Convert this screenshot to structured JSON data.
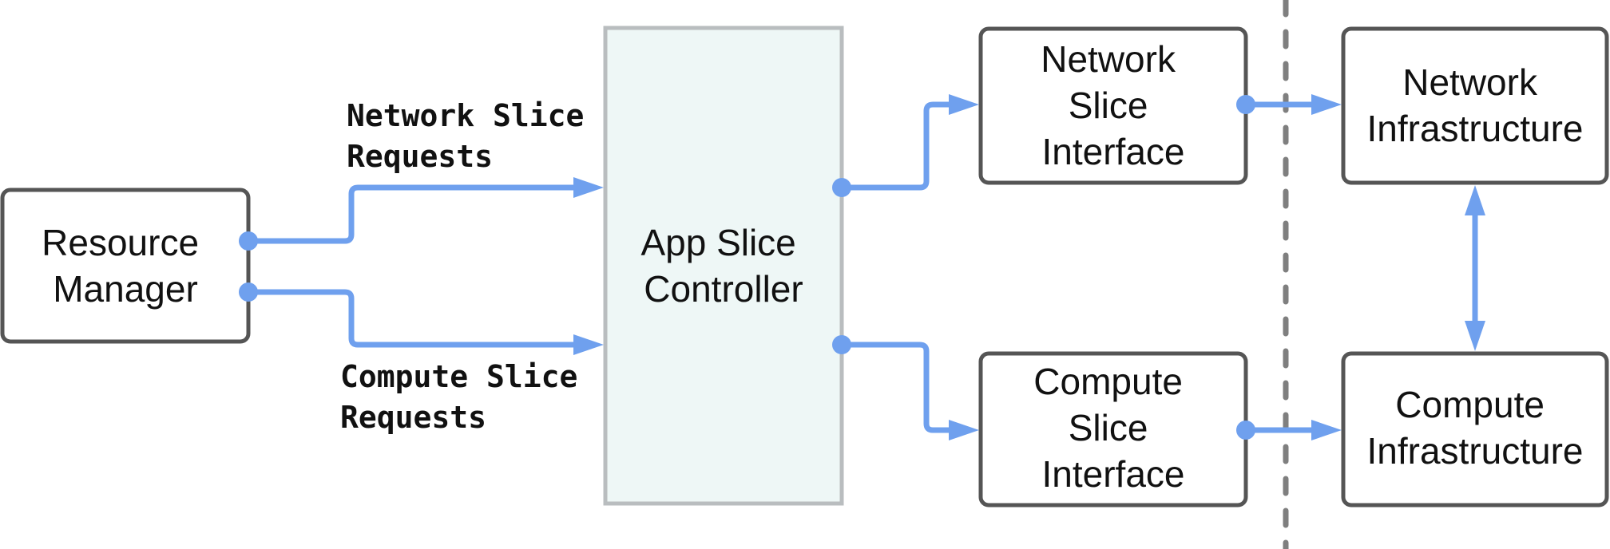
{
  "colors": {
    "arrow": "#6fa0ee",
    "box_border": "#555555",
    "controller_fill": "#eef7f6",
    "controller_border": "#b9bdbf",
    "divider": "#7f7f7f",
    "text": "#111111"
  },
  "nodes": {
    "resource_manager": {
      "line1": "Resource",
      "line2": "Manager"
    },
    "app_slice_controller": {
      "line1": "App Slice",
      "line2": "Controller"
    },
    "network_slice_interface": {
      "line1": "Network",
      "line2": "Slice",
      "line3": "Interface"
    },
    "compute_slice_interface": {
      "line1": "Compute",
      "line2": "Slice",
      "line3": "Interface"
    },
    "network_infrastructure": {
      "line1": "Network",
      "line2": "Infrastructure"
    },
    "compute_infrastructure": {
      "line1": "Compute",
      "line2": "Infrastructure"
    }
  },
  "edges": {
    "network_slice_requests": {
      "line1": "Network Slice",
      "line2": "Requests"
    },
    "compute_slice_requests": {
      "line1": "Compute Slice",
      "line2": "Requests"
    }
  }
}
